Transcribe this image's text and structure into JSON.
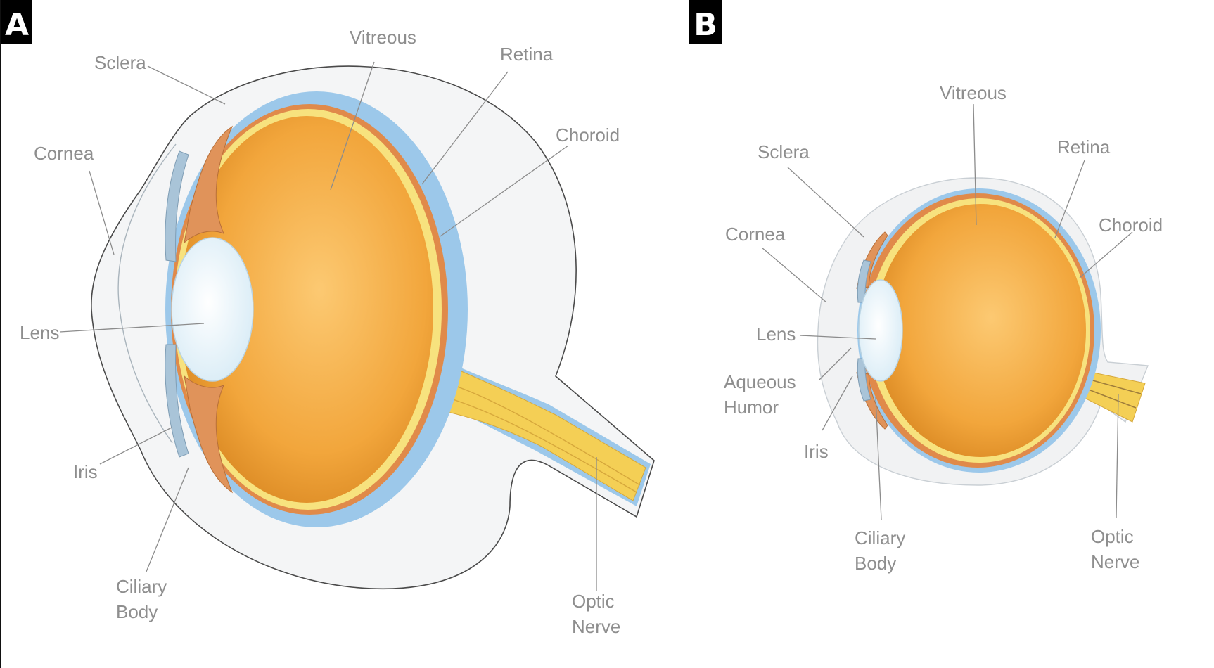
{
  "panels": [
    {
      "tag": "A",
      "labels": {
        "vitreous": "Vitreous",
        "sclera": "Sclera",
        "retina": "Retina",
        "choroid": "Choroid",
        "cornea": "Cornea",
        "lens": "Lens",
        "iris": "Iris",
        "ciliary_body_line1": "Ciliary",
        "ciliary_body_line2": "Body",
        "optic_nerve_line1": "Optic",
        "optic_nerve_line2": "Nerve"
      }
    },
    {
      "tag": "B",
      "labels": {
        "vitreous": "Vitreous",
        "sclera": "Sclera",
        "retina": "Retina",
        "choroid": "Choroid",
        "cornea": "Cornea",
        "lens": "Lens",
        "aqueous_humor_line1": "Aqueous",
        "aqueous_humor_line2": "Humor",
        "iris": "Iris",
        "ciliary_body_line1": "Ciliary",
        "ciliary_body_line2": "Body",
        "optic_nerve_line1": "Optic",
        "optic_nerve_line2": "Nerve"
      }
    }
  ],
  "colors": {
    "vitreous": "#f2a63c",
    "retina": "#f7e27e",
    "choroid": "#e08a4a",
    "sclera_blue": "#9cc8ea",
    "outer_tissue": "#f4f5f6",
    "optic_nerve": "#f4cf55",
    "label_text": "#8e8e8e",
    "panel_tag_bg": "#000000"
  }
}
